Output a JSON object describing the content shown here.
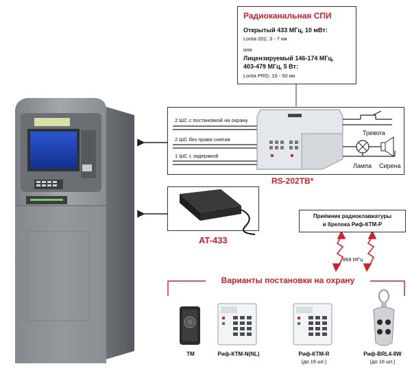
{
  "radio_box": {
    "title": "Радиоканальная СПИ",
    "line1": "Открытый 433 МГц, 10 мВт:",
    "line2": "Lonta-202, 3 - 7 км",
    "or": "или",
    "line3": "Лицензируемый 146-174 МГц,",
    "line4": "403-479 МГц, 5 Вт:",
    "line5": "Lonta PRO, 10 - 50 км"
  },
  "device_box": {
    "loop1": "2 ШС с постановкой на охрану",
    "loop2": "2 ШС без права снятия",
    "loop3": "1 ШС с задержкой",
    "alarm": "Тревога",
    "lamp": "Лампа",
    "siren": "Сирена",
    "model": "RS-202TB*"
  },
  "psu": {
    "label": "AT-433"
  },
  "receiver": {
    "line1": "Приёмник радиоклавиатуры",
    "line2": "и брелока Риф-КТМ-Р",
    "freq": "868 МГц"
  },
  "options": {
    "title": "Варианты постановки на охрану",
    "items": [
      {
        "name": "TM",
        "note": ""
      },
      {
        "name": "Риф-КТМ-N(NL)",
        "note": ""
      },
      {
        "name": "Риф-КТМ-R",
        "note": "(до 16 шт.)"
      },
      {
        "name": "Риф-BRL4-8W",
        "note": "(до 16 шт.)"
      }
    ]
  },
  "colors": {
    "accent": "#d0202a",
    "atm_body": "#8c9094",
    "screen": "#1d3fa8"
  }
}
